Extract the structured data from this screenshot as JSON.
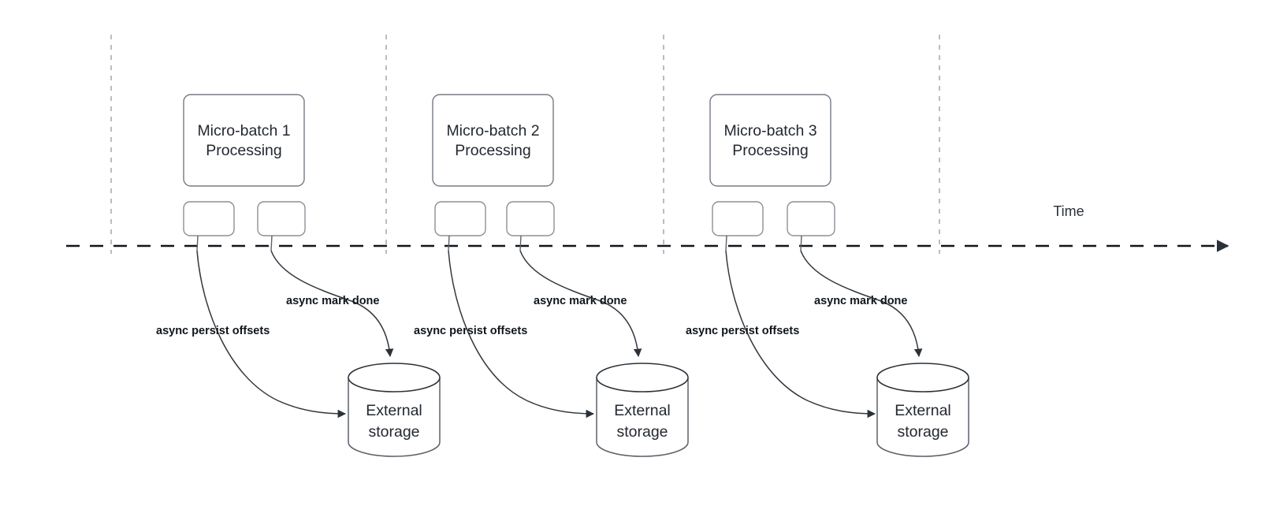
{
  "diagram": {
    "title_text": "",
    "colors": {
      "background": "#ffffff",
      "node_stroke": "#767b84",
      "text": "#232830",
      "edge_stroke": "#33383f",
      "tick_stroke": "#b9bcc0",
      "timeline_stroke": "#10161c"
    },
    "timeline": {
      "axis_label": "Time",
      "tick_count": 4
    },
    "groups": [
      {
        "id": "group-1",
        "batch_label_line1": "Micro-batch 1",
        "batch_label_line2": "Processing",
        "storage_label_line1": "External",
        "storage_label_line2": "storage",
        "persist_label": "async persist offsets",
        "mark_done_label": "async mark done"
      },
      {
        "id": "group-2",
        "batch_label_line1": "Micro-batch 2",
        "batch_label_line2": "Processing",
        "storage_label_line1": "External",
        "storage_label_line2": "storage",
        "persist_label": "async persist offsets",
        "mark_done_label": "async mark done"
      },
      {
        "id": "group-3",
        "batch_label_line1": "Micro-batch 3",
        "batch_label_line2": "Processing",
        "storage_label_line1": "External",
        "storage_label_line2": "storage",
        "persist_label": "async persist offsets",
        "mark_done_label": "async mark done"
      }
    ]
  }
}
